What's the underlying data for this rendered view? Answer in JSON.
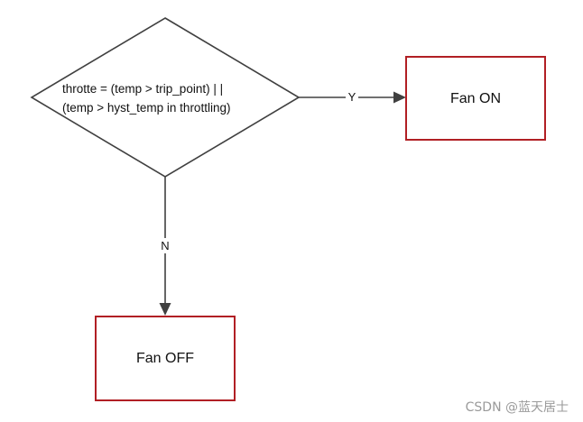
{
  "diagram": {
    "decision": {
      "line1": "throtte = (temp > trip_point)  | |",
      "line2": "(temp > hyst_temp in throttling)"
    },
    "yes_label": "Y",
    "no_label": "N",
    "fan_on": "Fan ON",
    "fan_off": "Fan OFF"
  },
  "watermark": "CSDN @蓝天居士",
  "colors": {
    "box_border": "#b11f24",
    "lines": "#404040",
    "watermark": "#9a9a9a"
  }
}
